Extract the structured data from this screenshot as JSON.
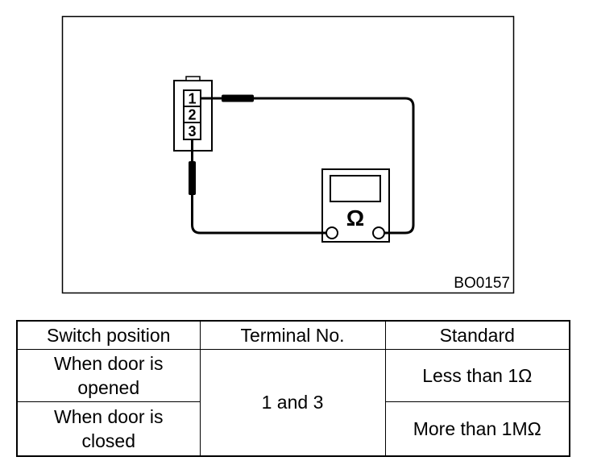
{
  "figure": {
    "label": "BO0157",
    "terminals": [
      "1",
      "2",
      "3"
    ],
    "meter_symbol": "Ω"
  },
  "table": {
    "headers": [
      "Switch position",
      "Terminal No.",
      "Standard"
    ],
    "terminal_no": "1 and 3",
    "rows": [
      {
        "switch_position": "When door is opened",
        "standard": "Less than 1Ω"
      },
      {
        "switch_position": "When door is closed",
        "standard": "More than 1MΩ"
      }
    ]
  }
}
